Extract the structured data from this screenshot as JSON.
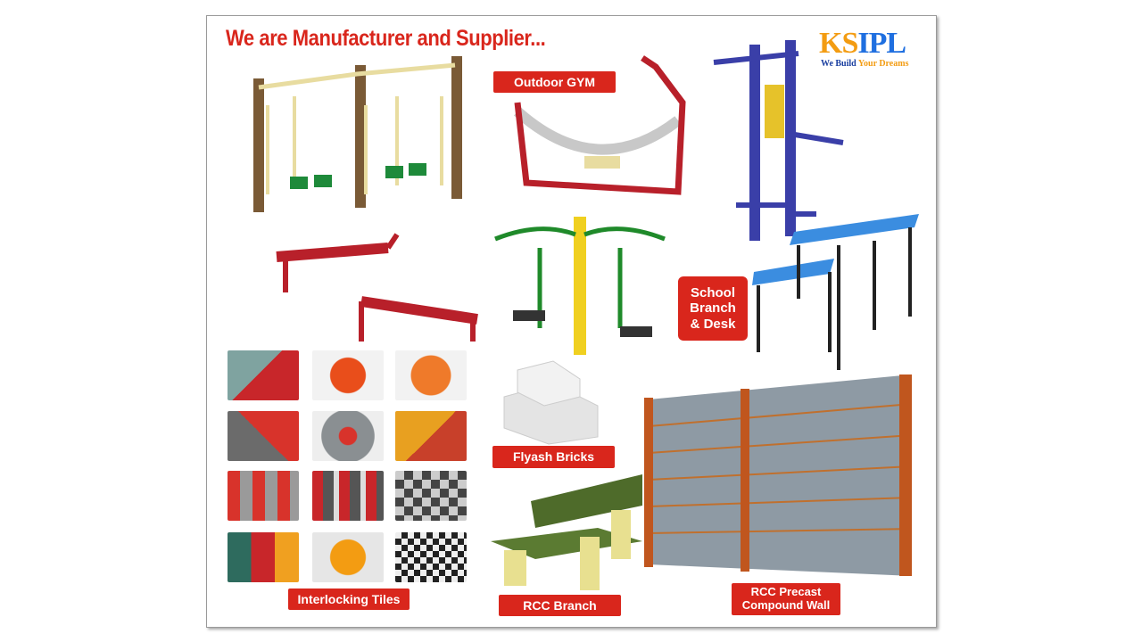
{
  "title": "We are Manufacturer and Supplier...",
  "logo": {
    "brand_ks": "KS",
    "brand_ipl": "IPL",
    "tagline_1": "We Build",
    "tagline_2": "Your Dreams"
  },
  "labels": {
    "outdoor_gym": "Outdoor GYM",
    "school": [
      "School",
      "Branch",
      "& Desk"
    ],
    "flyash": "Flyash Bricks",
    "tiles": "Interlocking Tiles",
    "rcc_branch": "RCC Branch",
    "wall": [
      "RCC Precast",
      "Compound Wall"
    ]
  },
  "colors": {
    "accent": "#d9261c",
    "logo_orange": "#f39c12",
    "logo_blue": "#1f6fe0"
  }
}
